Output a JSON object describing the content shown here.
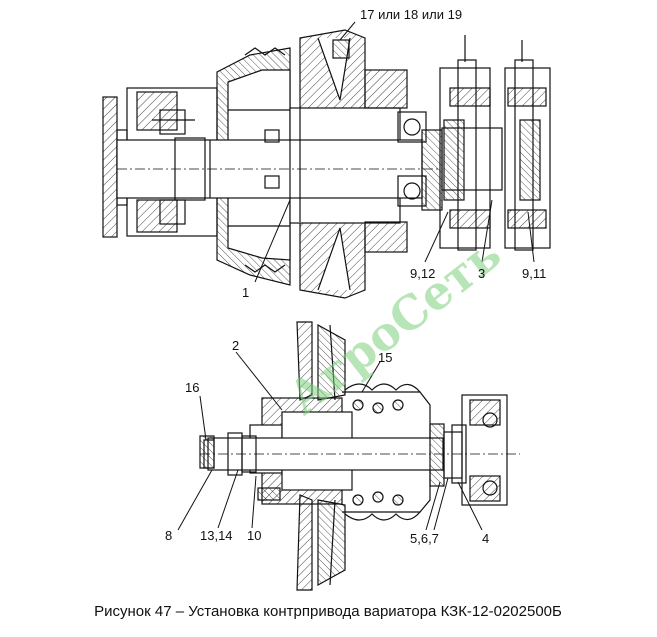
{
  "callouts": {
    "c17_18_19": "17 или 18 или 19",
    "c1": "1",
    "c9_12": "9,12",
    "c3": "3",
    "c9_11": "9,11",
    "c2": "2",
    "c15": "15",
    "c16": "16",
    "c8": "8",
    "c13_14": "13,14",
    "c10": "10",
    "c5_6_7": "5,6,7",
    "c4": "4"
  },
  "watermark": "АгроСеть",
  "caption": "Рисунок 47 – Установка контрпривода вариатора КЗК-12-0202500Б",
  "colors": {
    "line": "#111111",
    "watermark": "#7ccf7c",
    "background": "#ffffff"
  }
}
